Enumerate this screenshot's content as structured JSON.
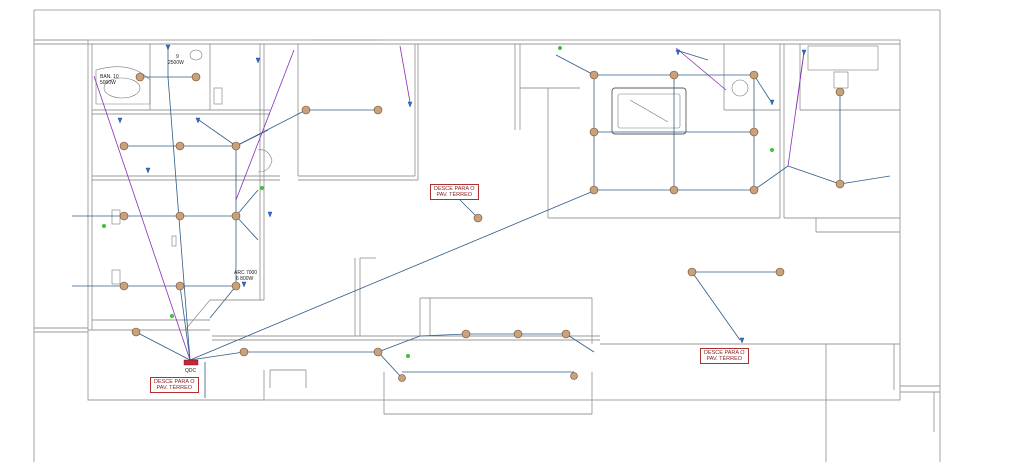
{
  "notes": {
    "desce_center": "DESCE PARA O\nPAV. TÉRREO",
    "desce_left": "DESCE PARA O\nPAV. TÉRREO",
    "desce_right": "DESCE PARA O\nPAV. TÉRREO"
  },
  "labels": {
    "ban": "BAN. 10",
    "ban_power": "5000W",
    "circ9": "9",
    "circ9_power": "2500W",
    "arc": "ARC 7000",
    "arc_power": "6 800W",
    "qdc": "QDC"
  },
  "colors": {
    "wall": "#9a9a9a",
    "conduit": "#2f5b8a",
    "purple": "#8b2fb5",
    "lamp": "#c9a27c",
    "lampStroke": "#6b4a2e",
    "note_border": "#b03030"
  }
}
